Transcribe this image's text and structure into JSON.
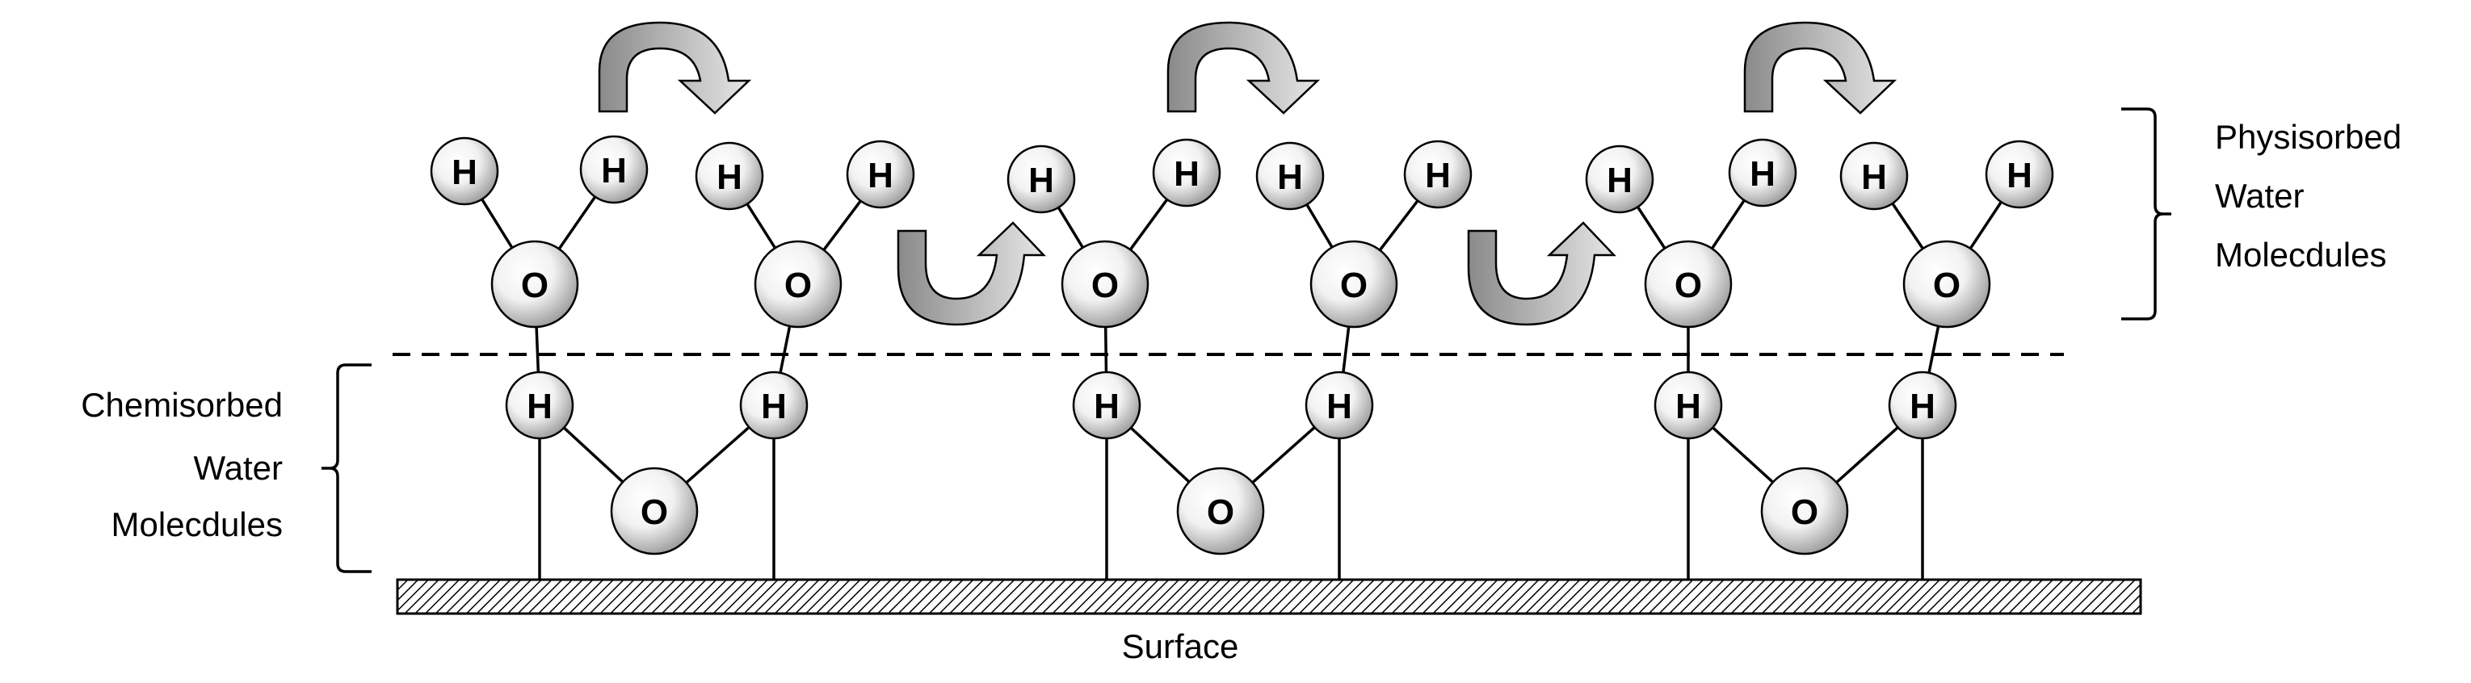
{
  "labels": {
    "physisorbed": [
      "Physisorbed",
      "Water",
      "Molecdules"
    ],
    "chemisorbed": [
      "Chemisorbed",
      "Water",
      "Molecdules"
    ],
    "surface": "Surface"
  },
  "atoms": {
    "hydrogen": "H",
    "oxygen": "O"
  },
  "colors": {
    "atom_fill_light": "#ffffff",
    "atom_fill_dark": "#8c8c8c",
    "arrow_fill_dark": "#8a8a8a",
    "arrow_fill_light": "#d9d9d9",
    "surface_hatch": "#000000"
  }
}
